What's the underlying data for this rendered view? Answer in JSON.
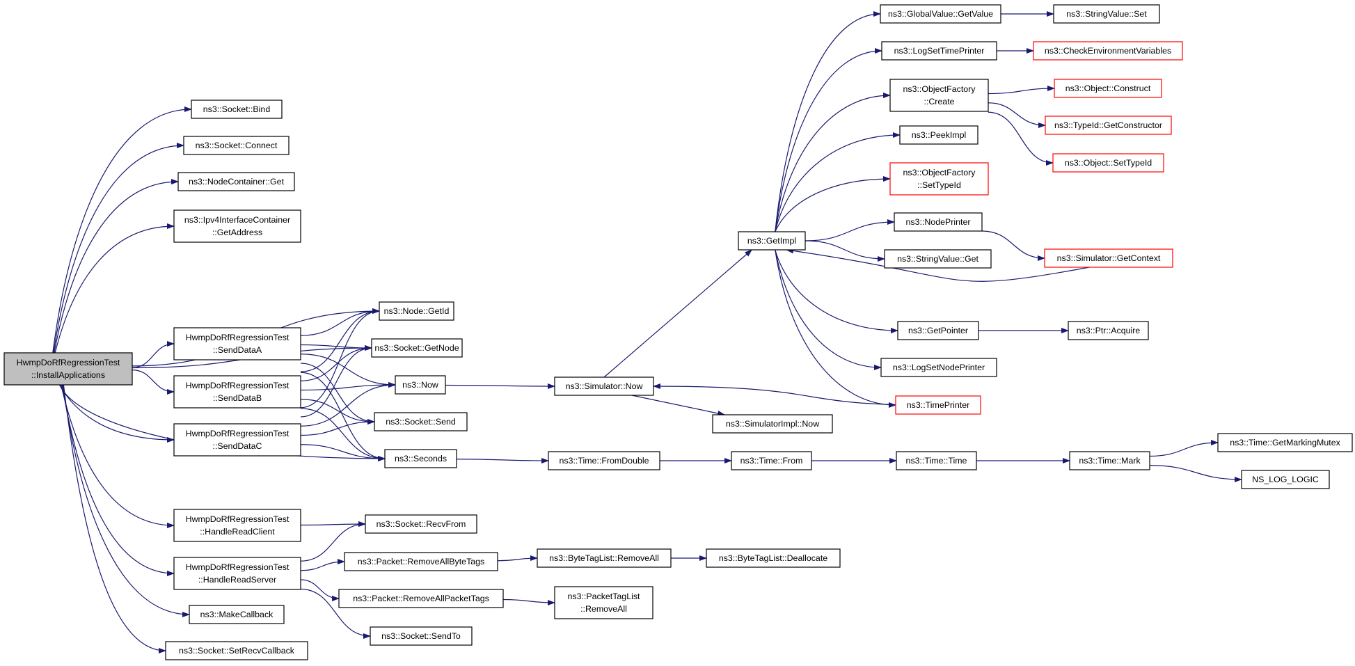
{
  "colors": {
    "edge": "#191970",
    "node_border": "#000000",
    "node_border_truncated": "#ff0000",
    "root_fill": "#bfbfbf",
    "node_fill": "#ffffff"
  },
  "nodes": [
    {
      "id": "root",
      "lines": [
        "HwmpDoRfRegressionTest",
        "::InstallApplications"
      ],
      "kind": "root"
    },
    {
      "id": "bind",
      "lines": [
        "ns3::Socket::Bind"
      ],
      "kind": "normal"
    },
    {
      "id": "connect",
      "lines": [
        "ns3::Socket::Connect"
      ],
      "kind": "normal"
    },
    {
      "id": "nc_get",
      "lines": [
        "ns3::NodeContainer::Get"
      ],
      "kind": "normal"
    },
    {
      "id": "getaddr",
      "lines": [
        "ns3::Ipv4InterfaceContainer",
        "::GetAddress"
      ],
      "kind": "normal"
    },
    {
      "id": "node_getid",
      "lines": [
        "ns3::Node::GetId"
      ],
      "kind": "normal"
    },
    {
      "id": "sock_getnode",
      "lines": [
        "ns3::Socket::GetNode"
      ],
      "kind": "normal"
    },
    {
      "id": "now",
      "lines": [
        "ns3::Now"
      ],
      "kind": "normal"
    },
    {
      "id": "sock_send",
      "lines": [
        "ns3::Socket::Send"
      ],
      "kind": "normal"
    },
    {
      "id": "seconds",
      "lines": [
        "ns3::Seconds"
      ],
      "kind": "normal"
    },
    {
      "id": "sendA",
      "lines": [
        "HwmpDoRfRegressionTest",
        "::SendDataA"
      ],
      "kind": "normal"
    },
    {
      "id": "sendB",
      "lines": [
        "HwmpDoRfRegressionTest",
        "::SendDataB"
      ],
      "kind": "normal"
    },
    {
      "id": "sendC",
      "lines": [
        "HwmpDoRfRegressionTest",
        "::SendDataC"
      ],
      "kind": "normal"
    },
    {
      "id": "readClient",
      "lines": [
        "HwmpDoRfRegressionTest",
        "::HandleReadClient"
      ],
      "kind": "normal"
    },
    {
      "id": "readServer",
      "lines": [
        "HwmpDoRfRegressionTest",
        "::HandleReadServer"
      ],
      "kind": "normal"
    },
    {
      "id": "makecb",
      "lines": [
        "ns3::MakeCallback"
      ],
      "kind": "normal"
    },
    {
      "id": "setrecv",
      "lines": [
        "ns3::Socket::SetRecvCallback"
      ],
      "kind": "normal"
    },
    {
      "id": "recvfrom",
      "lines": [
        "ns3::Socket::RecvFrom"
      ],
      "kind": "normal"
    },
    {
      "id": "rmbytetags",
      "lines": [
        "ns3::Packet::RemoveAllByteTags"
      ],
      "kind": "normal"
    },
    {
      "id": "rmpackettags",
      "lines": [
        "ns3::Packet::RemoveAllPacketTags"
      ],
      "kind": "normal"
    },
    {
      "id": "sendto",
      "lines": [
        "ns3::Socket::SendTo"
      ],
      "kind": "normal"
    },
    {
      "id": "btl_rmall",
      "lines": [
        "ns3::ByteTagList::RemoveAll"
      ],
      "kind": "normal"
    },
    {
      "id": "btl_dealloc",
      "lines": [
        "ns3::ByteTagList::Deallocate"
      ],
      "kind": "normal"
    },
    {
      "id": "ptl_rmall",
      "lines": [
        "ns3::PacketTagList",
        "::RemoveAll"
      ],
      "kind": "normal"
    },
    {
      "id": "sim_now",
      "lines": [
        "ns3::Simulator::Now"
      ],
      "kind": "normal"
    },
    {
      "id": "simimpl_now",
      "lines": [
        "ns3::SimulatorImpl::Now"
      ],
      "kind": "normal"
    },
    {
      "id": "getimpl",
      "lines": [
        "ns3::GetImpl"
      ],
      "kind": "normal"
    },
    {
      "id": "fromdouble",
      "lines": [
        "ns3::Time::FromDouble"
      ],
      "kind": "normal"
    },
    {
      "id": "time_from",
      "lines": [
        "ns3::Time::From"
      ],
      "kind": "normal"
    },
    {
      "id": "time_time",
      "lines": [
        "ns3::Time::Time"
      ],
      "kind": "normal"
    },
    {
      "id": "time_mark",
      "lines": [
        "ns3::Time::Mark"
      ],
      "kind": "normal"
    },
    {
      "id": "getmarkmutex",
      "lines": [
        "ns3::Time::GetMarkingMutex"
      ],
      "kind": "normal"
    },
    {
      "id": "nslog",
      "lines": [
        "NS_LOG_LOGIC"
      ],
      "kind": "normal"
    },
    {
      "id": "gv_getvalue",
      "lines": [
        "ns3::GlobalValue::GetValue"
      ],
      "kind": "normal"
    },
    {
      "id": "logsettime",
      "lines": [
        "ns3::LogSetTimePrinter"
      ],
      "kind": "normal"
    },
    {
      "id": "of_create",
      "lines": [
        "ns3::ObjectFactory",
        "::Create"
      ],
      "kind": "normal"
    },
    {
      "id": "peekimpl",
      "lines": [
        "ns3::PeekImpl"
      ],
      "kind": "normal"
    },
    {
      "id": "of_settypeid",
      "lines": [
        "ns3::ObjectFactory",
        "::SetTypeId"
      ],
      "kind": "truncated"
    },
    {
      "id": "nodeprinter",
      "lines": [
        "ns3::NodePrinter"
      ],
      "kind": "normal"
    },
    {
      "id": "sv_get",
      "lines": [
        "ns3::StringValue::Get"
      ],
      "kind": "normal"
    },
    {
      "id": "getpointer",
      "lines": [
        "ns3::GetPointer"
      ],
      "kind": "normal"
    },
    {
      "id": "logsetnode",
      "lines": [
        "ns3::LogSetNodePrinter"
      ],
      "kind": "normal"
    },
    {
      "id": "timeprinter",
      "lines": [
        "ns3::TimePrinter"
      ],
      "kind": "truncated"
    },
    {
      "id": "sv_set",
      "lines": [
        "ns3::StringValue::Set"
      ],
      "kind": "normal"
    },
    {
      "id": "checkenv",
      "lines": [
        "ns3::CheckEnvironmentVariables"
      ],
      "kind": "truncated"
    },
    {
      "id": "obj_construct",
      "lines": [
        "ns3::Object::Construct"
      ],
      "kind": "truncated"
    },
    {
      "id": "typeid_getctor",
      "lines": [
        "ns3::TypeId::GetConstructor"
      ],
      "kind": "truncated"
    },
    {
      "id": "obj_settypeid",
      "lines": [
        "ns3::Object::SetTypeId"
      ],
      "kind": "truncated"
    },
    {
      "id": "sim_getctx",
      "lines": [
        "ns3::Simulator::GetContext"
      ],
      "kind": "truncated"
    },
    {
      "id": "ptr_acquire",
      "lines": [
        "ns3::Ptr::Acquire"
      ],
      "kind": "normal"
    }
  ],
  "edges": [
    [
      "root",
      "bind"
    ],
    [
      "root",
      "connect"
    ],
    [
      "root",
      "nc_get"
    ],
    [
      "root",
      "getaddr"
    ],
    [
      "root",
      "node_getid"
    ],
    [
      "root",
      "sock_getnode"
    ],
    [
      "root",
      "sendA"
    ],
    [
      "root",
      "sendB"
    ],
    [
      "root",
      "sendC"
    ],
    [
      "root",
      "seconds"
    ],
    [
      "root",
      "readClient"
    ],
    [
      "root",
      "readServer"
    ],
    [
      "root",
      "makecb"
    ],
    [
      "root",
      "setrecv"
    ],
    [
      "sendA",
      "node_getid"
    ],
    [
      "sendA",
      "sock_getnode"
    ],
    [
      "sendA",
      "now"
    ],
    [
      "sendA",
      "sock_send"
    ],
    [
      "sendA",
      "seconds"
    ],
    [
      "sendB",
      "node_getid"
    ],
    [
      "sendB",
      "sock_getnode"
    ],
    [
      "sendB",
      "now"
    ],
    [
      "sendB",
      "sock_send"
    ],
    [
      "sendB",
      "seconds"
    ],
    [
      "sendC",
      "node_getid"
    ],
    [
      "sendC",
      "sock_getnode"
    ],
    [
      "sendC",
      "now"
    ],
    [
      "sendC",
      "sock_send"
    ],
    [
      "sendC",
      "seconds"
    ],
    [
      "readClient",
      "recvfrom"
    ],
    [
      "readServer",
      "recvfrom"
    ],
    [
      "readServer",
      "rmbytetags"
    ],
    [
      "readServer",
      "rmpackettags"
    ],
    [
      "readServer",
      "sendto"
    ],
    [
      "rmbytetags",
      "btl_rmall"
    ],
    [
      "btl_rmall",
      "btl_dealloc"
    ],
    [
      "rmpackettags",
      "ptl_rmall"
    ],
    [
      "now",
      "sim_now"
    ],
    [
      "sim_now",
      "simimpl_now"
    ],
    [
      "sim_now",
      "getimpl"
    ],
    [
      "seconds",
      "fromdouble"
    ],
    [
      "fromdouble",
      "time_from"
    ],
    [
      "time_from",
      "time_time"
    ],
    [
      "time_time",
      "time_mark"
    ],
    [
      "time_mark",
      "getmarkmutex"
    ],
    [
      "time_mark",
      "nslog"
    ],
    [
      "getimpl",
      "gv_getvalue"
    ],
    [
      "getimpl",
      "logsettime"
    ],
    [
      "getimpl",
      "of_create"
    ],
    [
      "getimpl",
      "peekimpl"
    ],
    [
      "getimpl",
      "of_settypeid"
    ],
    [
      "getimpl",
      "nodeprinter"
    ],
    [
      "getimpl",
      "sv_get"
    ],
    [
      "getimpl",
      "getpointer"
    ],
    [
      "getimpl",
      "logsetnode"
    ],
    [
      "getimpl",
      "timeprinter"
    ],
    [
      "gv_getvalue",
      "sv_set"
    ],
    [
      "logsettime",
      "checkenv"
    ],
    [
      "of_create",
      "obj_construct"
    ],
    [
      "of_create",
      "typeid_getctor"
    ],
    [
      "of_create",
      "obj_settypeid"
    ],
    [
      "nodeprinter",
      "sim_getctx"
    ],
    [
      "sim_getctx",
      "getimpl"
    ],
    [
      "getpointer",
      "ptr_acquire"
    ],
    [
      "timeprinter",
      "sim_now"
    ]
  ]
}
